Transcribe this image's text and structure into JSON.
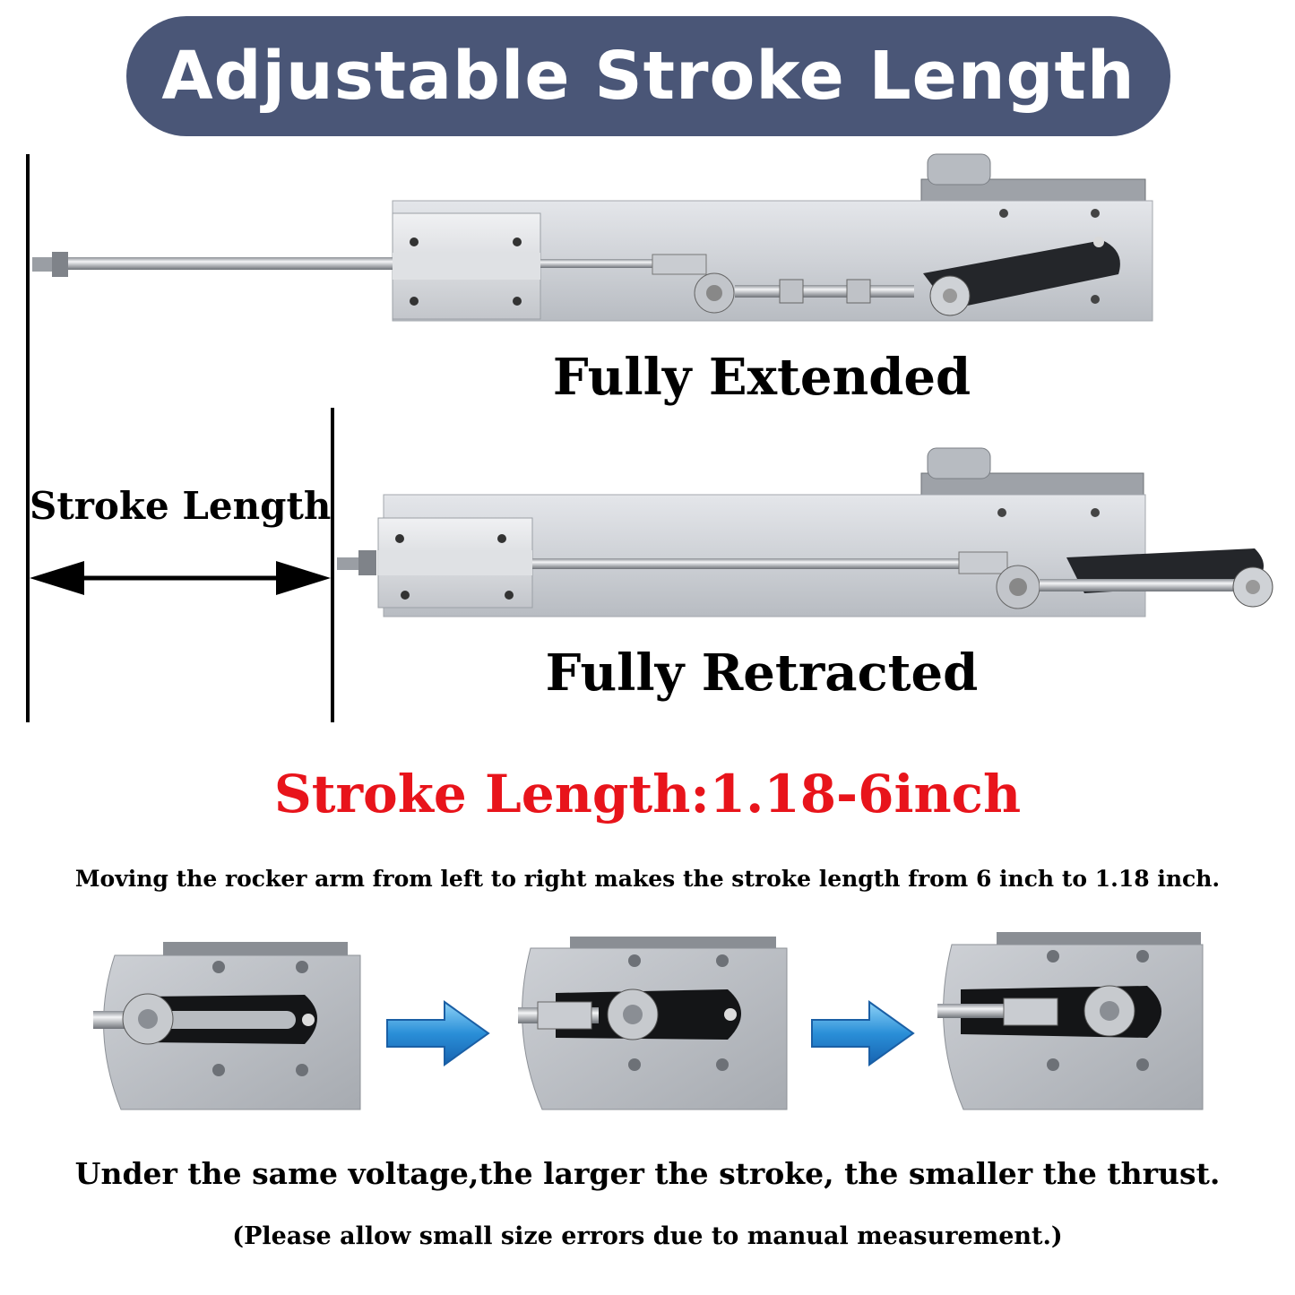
{
  "banner": {
    "title": "Adjustable Stroke Length",
    "bg_color": "#4a5677",
    "text_color": "#ffffff"
  },
  "actuators": [
    {
      "label": "Fully Extended"
    },
    {
      "label": "Fully Retracted"
    }
  ],
  "stroke_indicator": {
    "label": "Stroke Length"
  },
  "headline": {
    "text": "Stroke Length:1.18-6inch",
    "color": "#e8141b"
  },
  "description": "Moving the rocker arm from left to right makes the stroke length from 6 inch to 1.18 inch.",
  "steps": [
    {
      "icon": "rocker-arm-left-position"
    },
    {
      "icon": "rocker-arm-middle-position"
    },
    {
      "icon": "rocker-arm-right-position"
    }
  ],
  "arrow_icon": "blue-right-arrow-icon",
  "footer": {
    "line1": "Under the same voltage,the larger the stroke, the smaller the thrust.",
    "line2": "(Please allow small size errors due to manual measurement.)"
  }
}
